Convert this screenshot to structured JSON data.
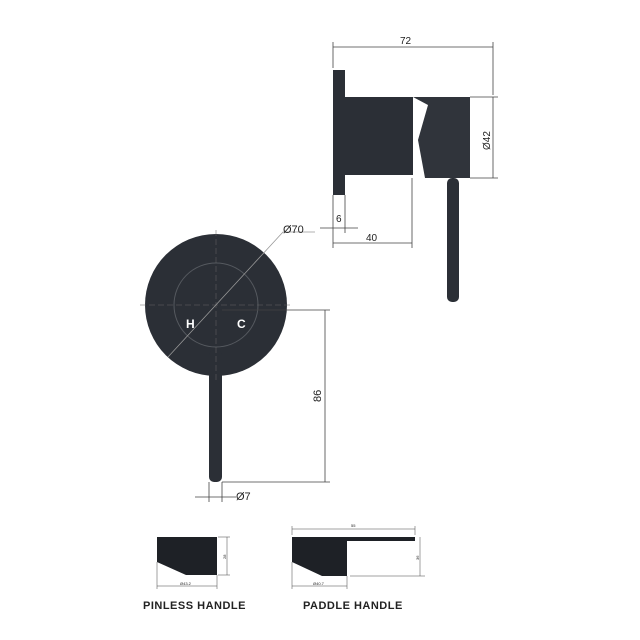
{
  "side_view": {
    "overall_length": "72",
    "diameter": "Ø42",
    "plate_thickness": "6",
    "body_length": "40"
  },
  "front_view": {
    "plate_diameter": "Ø70",
    "lever_length": "86",
    "lever_diameter": "Ø7",
    "hot_label": "H",
    "cold_label": "C"
  },
  "handles": [
    {
      "label": "PINLESS HANDLE",
      "diameter": "Ø43.2",
      "height": "28"
    },
    {
      "label": "PADDLE HANDLE",
      "diameter": "Ø40.7",
      "height": "36",
      "length": "55"
    }
  ],
  "colors": {
    "finish": "#2b2f36"
  }
}
